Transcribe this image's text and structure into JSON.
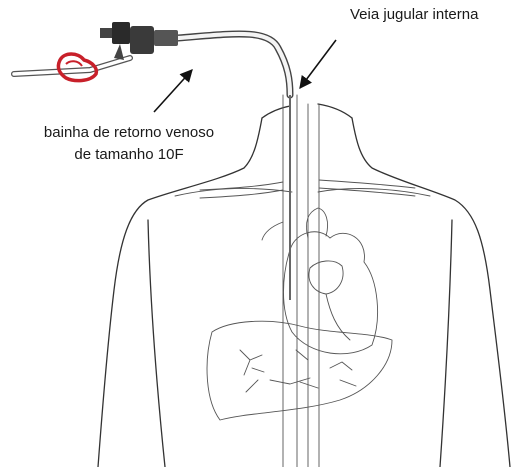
{
  "labels": {
    "jugular": "Veia jugular interna",
    "sheath_line1": "bainha de retorno venoso",
    "sheath_line2": "de tamanho 10F"
  },
  "colors": {
    "clamp": "#c8202a",
    "outline": "#333333",
    "background": "#ffffff"
  }
}
